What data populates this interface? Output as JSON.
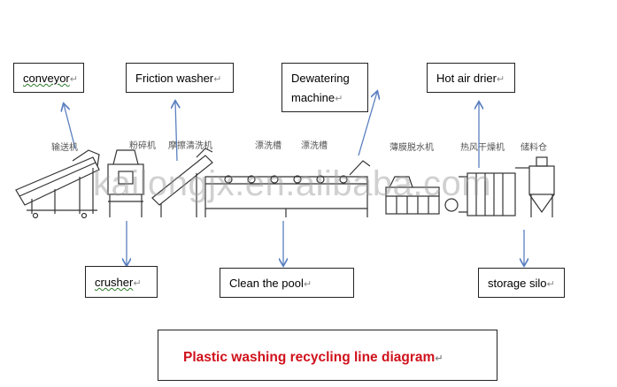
{
  "labels": {
    "conveyor": "conveyor",
    "friction_washer": "Friction  washer",
    "dewatering_line1": "Dewatering",
    "dewatering_line2": "machine",
    "hot_air_drier": "Hot air drier",
    "crusher": "crusher",
    "clean_pool": "Clean the pool",
    "storage_silo": "storage silo",
    "paragraph_mark": "↵"
  },
  "machine_captions": [
    "输送机",
    "粉碎机",
    "摩擦清洗机",
    "漂洗槽",
    "漂洗槽",
    "薄膜脱水机",
    "热风干燥机",
    "储料仓"
  ],
  "title": "Plastic washing recycling line diagram",
  "watermark": "kailongjx.en.alibaba.com",
  "colors": {
    "title": "#d0111b",
    "arrow": "#5a7fc0",
    "spellcheck": "#2a7a2a"
  }
}
